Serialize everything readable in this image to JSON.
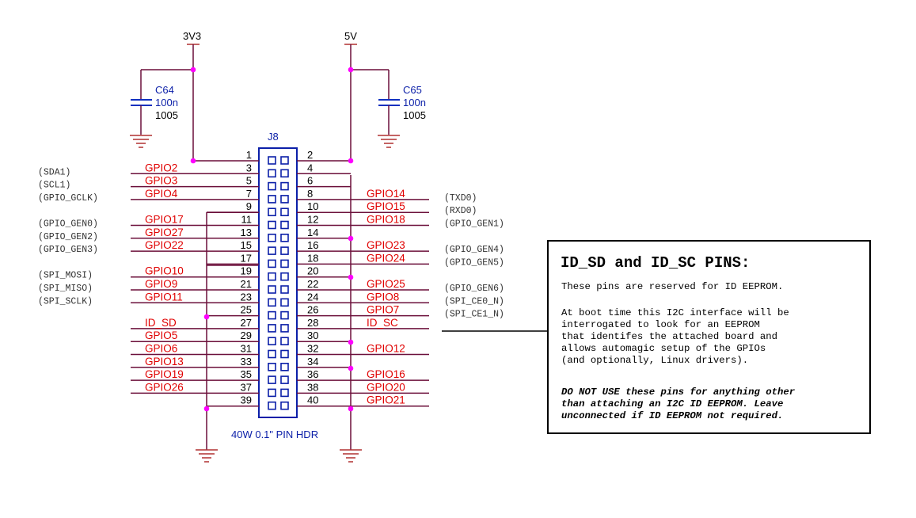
{
  "component": {
    "ref": "J8",
    "value": "40W 0.1\" PIN HDR"
  },
  "rails": {
    "left": "3V3",
    "right": "5V"
  },
  "capacitors": [
    {
      "ref": "C64",
      "value": "100n",
      "pkg": "1005"
    },
    {
      "ref": "C65",
      "value": "100n",
      "pkg": "1005"
    }
  ],
  "left_pins": [
    {
      "num": "1",
      "net": "",
      "alt": ""
    },
    {
      "num": "3",
      "net": "GPIO2",
      "alt": "(SDA1)"
    },
    {
      "num": "5",
      "net": "GPIO3",
      "alt": "(SCL1)"
    },
    {
      "num": "7",
      "net": "GPIO4",
      "alt": "(GPIO_GCLK)"
    },
    {
      "num": "9",
      "net": "",
      "alt": ""
    },
    {
      "num": "11",
      "net": "GPIO17",
      "alt": "(GPIO_GEN0)"
    },
    {
      "num": "13",
      "net": "GPIO27",
      "alt": "(GPIO_GEN2)"
    },
    {
      "num": "15",
      "net": "GPIO22",
      "alt": "(GPIO_GEN3)"
    },
    {
      "num": "17",
      "net": "",
      "alt": ""
    },
    {
      "num": "19",
      "net": "GPIO10",
      "alt": "(SPI_MOSI)"
    },
    {
      "num": "21",
      "net": "GPIO9",
      "alt": "(SPI_MISO)"
    },
    {
      "num": "23",
      "net": "GPIO11",
      "alt": "(SPI_SCLK)"
    },
    {
      "num": "25",
      "net": "",
      "alt": ""
    },
    {
      "num": "27",
      "net": "ID_SD",
      "alt": ""
    },
    {
      "num": "29",
      "net": "GPIO5",
      "alt": ""
    },
    {
      "num": "31",
      "net": "GPIO6",
      "alt": ""
    },
    {
      "num": "33",
      "net": "GPIO13",
      "alt": ""
    },
    {
      "num": "35",
      "net": "GPIO19",
      "alt": ""
    },
    {
      "num": "37",
      "net": "GPIO26",
      "alt": ""
    },
    {
      "num": "39",
      "net": "",
      "alt": ""
    }
  ],
  "right_pins": [
    {
      "num": "2",
      "net": "",
      "alt": ""
    },
    {
      "num": "4",
      "net": "",
      "alt": ""
    },
    {
      "num": "6",
      "net": "",
      "alt": ""
    },
    {
      "num": "8",
      "net": "GPIO14",
      "alt": "(TXD0)"
    },
    {
      "num": "10",
      "net": "GPIO15",
      "alt": "(RXD0)"
    },
    {
      "num": "12",
      "net": "GPIO18",
      "alt": "(GPIO_GEN1)"
    },
    {
      "num": "14",
      "net": "",
      "alt": ""
    },
    {
      "num": "16",
      "net": "GPIO23",
      "alt": "(GPIO_GEN4)"
    },
    {
      "num": "18",
      "net": "GPIO24",
      "alt": "(GPIO_GEN5)"
    },
    {
      "num": "20",
      "net": "",
      "alt": ""
    },
    {
      "num": "22",
      "net": "GPIO25",
      "alt": "(GPIO_GEN6)"
    },
    {
      "num": "24",
      "net": "GPIO8",
      "alt": "(SPI_CE0_N)"
    },
    {
      "num": "26",
      "net": "GPIO7",
      "alt": "(SPI_CE1_N)"
    },
    {
      "num": "28",
      "net": "ID_SC",
      "alt": ""
    },
    {
      "num": "30",
      "net": "",
      "alt": ""
    },
    {
      "num": "32",
      "net": "GPIO12",
      "alt": ""
    },
    {
      "num": "34",
      "net": "",
      "alt": ""
    },
    {
      "num": "36",
      "net": "GPIO16",
      "alt": ""
    },
    {
      "num": "38",
      "net": "GPIO20",
      "alt": ""
    },
    {
      "num": "40",
      "net": "GPIO21",
      "alt": ""
    }
  ],
  "note": {
    "title": "ID_SD and ID_SC PINS:",
    "para1": "These pins are reserved for ID EEPROM.",
    "para2": "At boot time this I2C interface will be\ninterrogated to look for an EEPROM\nthat identifes the attached board and\nallows automagic setup of the GPIOs\n(and optionally, Linux drivers).",
    "para3": "DO NOT USE these pins for anything other\nthan attaching an I2C ID EEPROM. Leave\nunconnected if ID EEPROM not required."
  },
  "colors": {
    "wire": "#6b0f3a",
    "net_label": "#e00000",
    "part": "#0b1fa8",
    "junction": "#ff00ff",
    "cap": "#1030c0",
    "ground": "#b03030",
    "text": "#000000"
  }
}
